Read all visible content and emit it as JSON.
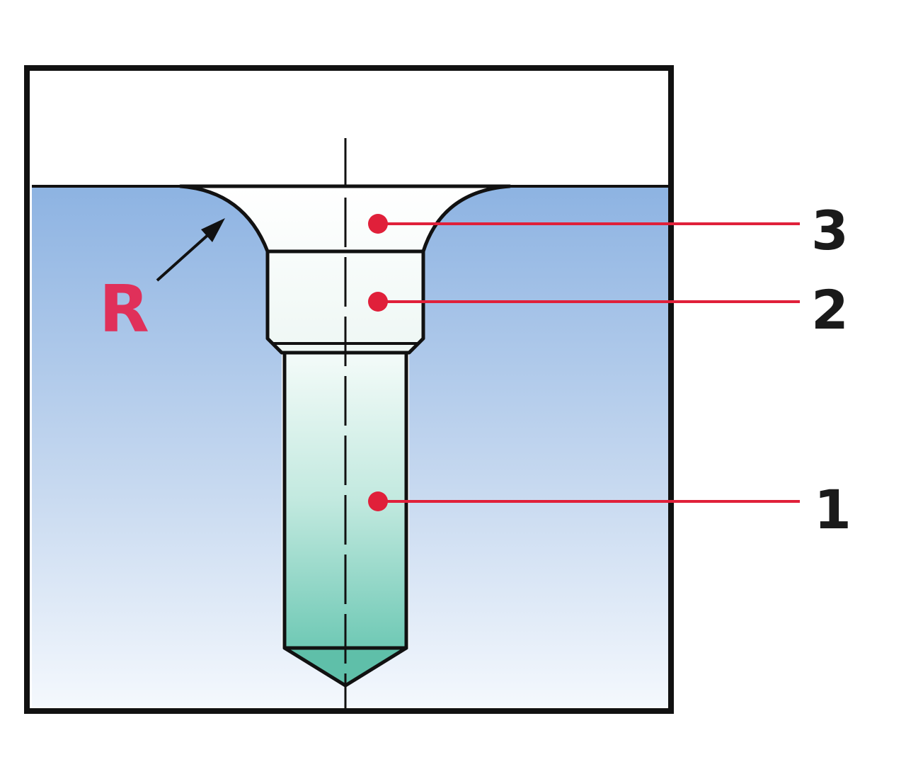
{
  "diagram": {
    "radius_label": "R",
    "callouts": [
      {
        "id": "3",
        "label": "3"
      },
      {
        "id": "2",
        "label": "2"
      },
      {
        "id": "1",
        "label": "1"
      }
    ]
  },
  "colors": {
    "outline": "#111111",
    "callout_red": "#e0203a",
    "radius_label_red": "#e0305a",
    "block_blue_top": "#8db3e2",
    "block_blue_bottom": "#f4f8fd",
    "hole_teal_top": "#f2fbf8",
    "hole_teal_bottom": "#6fc9b5",
    "recess_white": "#fafcfc"
  }
}
